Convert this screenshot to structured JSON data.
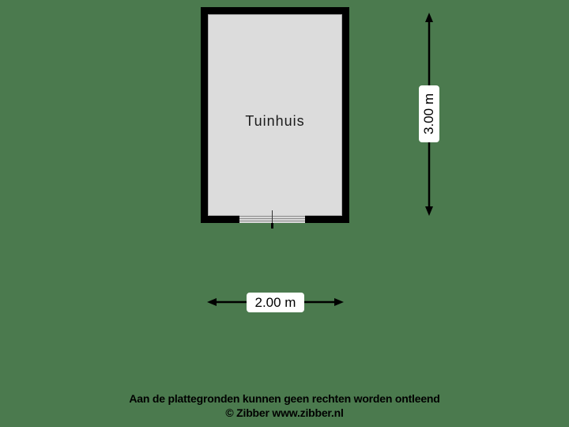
{
  "background_color": "#4b7a4e",
  "floorplan": {
    "rooms": [
      {
        "name": "Tuinhuis",
        "fill": "#dcdcdc",
        "wall_color": "#000000"
      }
    ],
    "door": {
      "position": "bottom-center",
      "type": "double"
    }
  },
  "dimensions": {
    "width": {
      "label": "2.00 m",
      "orientation": "horizontal"
    },
    "depth": {
      "label": "3.00 m",
      "orientation": "vertical"
    }
  },
  "footer": {
    "disclaimer": "Aan de plattegronden kunnen geen rechten worden ontleend",
    "copyright": "© Zibber www.zibber.nl"
  }
}
